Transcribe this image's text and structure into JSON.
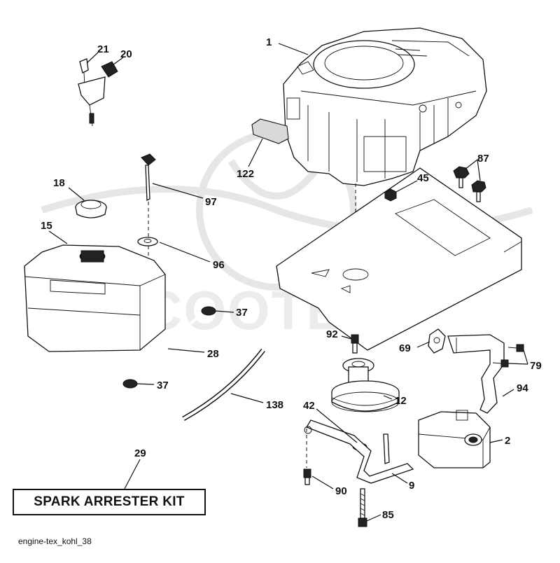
{
  "watermark": {
    "brand": "SCOOTER"
  },
  "kit_label": "SPARK ARRESTER KIT",
  "footer_code": "engine-tex_kohl_38",
  "callouts": {
    "c1": "1",
    "c21": "21",
    "c20": "20",
    "c18": "18",
    "c97": "97",
    "c15": "15",
    "c96": "96",
    "c122": "122",
    "c87": "87",
    "c45": "45",
    "c37a": "37",
    "c28": "28",
    "c37b": "37",
    "c92": "92",
    "c69": "69",
    "c79": "79",
    "c94": "94",
    "c138": "138",
    "c42": "42",
    "c12": "12",
    "c2": "2",
    "c29": "29",
    "c9": "9",
    "c90": "90",
    "c85": "85"
  }
}
